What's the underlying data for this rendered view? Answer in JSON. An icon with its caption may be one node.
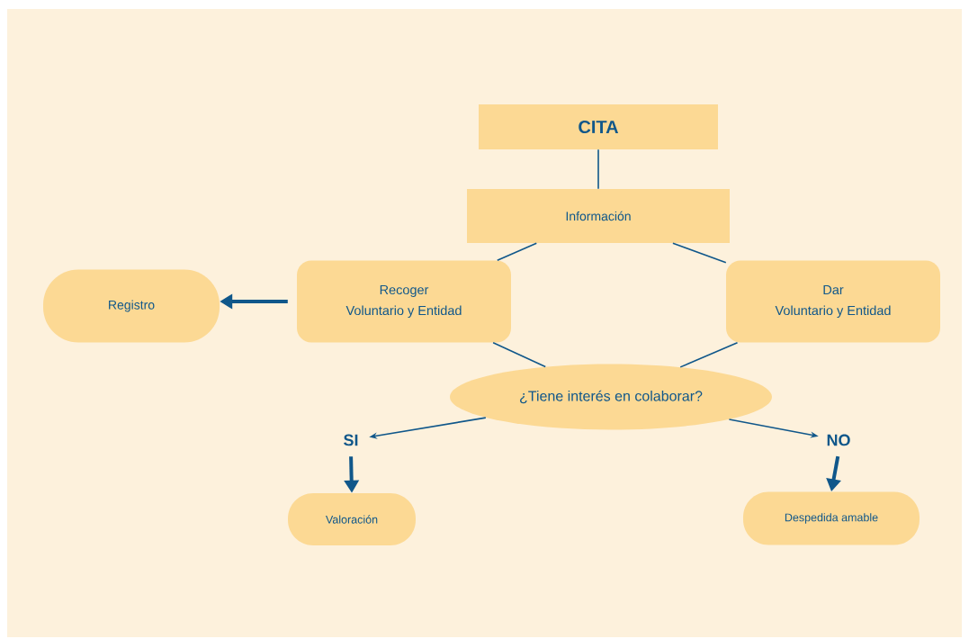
{
  "diagram": {
    "nodes": [
      {
        "text": [
          "CITA"
        ]
      },
      {
        "text": [
          "Información"
        ]
      },
      {
        "text": [
          "Registro"
        ]
      },
      {
        "text": [
          "Recoger",
          "Voluntario y Entidad"
        ]
      },
      {
        "text": [
          "Dar",
          "Voluntario y Entidad"
        ]
      },
      {
        "text": [
          "¿Tiene interés en colaborar?"
        ]
      },
      {
        "text": [
          "SI"
        ]
      },
      {
        "text": [
          "NO"
        ]
      },
      {
        "text": [
          "Valoración"
        ]
      },
      {
        "text": [
          "Despedida amable"
        ]
      }
    ],
    "edges": [
      {
        "from": 0,
        "to": 1,
        "arrow": "none"
      },
      {
        "from": 1,
        "to": 3,
        "arrow": "none"
      },
      {
        "from": 1,
        "to": 4,
        "arrow": "none"
      },
      {
        "from": 3,
        "to": 2,
        "arrow": "to",
        "style": "thick"
      },
      {
        "from": 3,
        "to": 5,
        "arrow": "none"
      },
      {
        "from": 4,
        "to": 5,
        "arrow": "none"
      },
      {
        "from": 5,
        "to": 6,
        "arrow": "to"
      },
      {
        "from": 5,
        "to": 7,
        "arrow": "to"
      },
      {
        "from": 6,
        "to": 8,
        "arrow": "to",
        "style": "thick"
      },
      {
        "from": 7,
        "to": 9,
        "arrow": "to",
        "style": "thick"
      }
    ]
  }
}
